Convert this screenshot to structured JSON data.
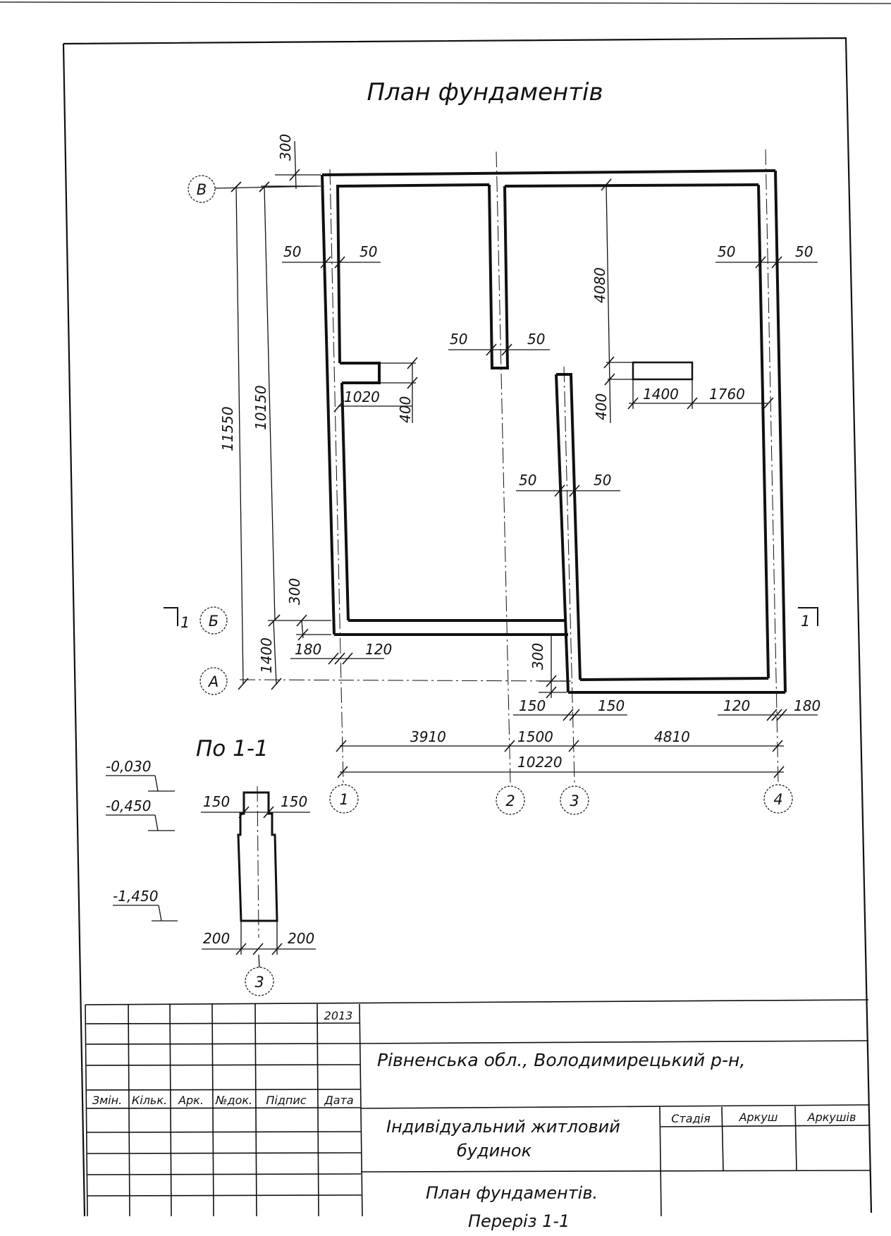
{
  "title": "План фундаментів",
  "section_title": "По 1-1",
  "axes": {
    "letters": [
      "В",
      "Б",
      "А"
    ],
    "numbers": [
      "1",
      "2",
      "3",
      "4"
    ],
    "section_axis": "3"
  },
  "section_marks": [
    "1",
    "1"
  ],
  "dimensions": {
    "top_offset": "300",
    "left_total": "11550",
    "left_v_b": "10150",
    "left_b_a": "1400",
    "left_b_offset": "300",
    "wall_a_left": "50",
    "wall_a_right": "50",
    "wall_b_left": "50",
    "wall_b_right": "50",
    "wall_c_left": "50",
    "wall_c_right": "50",
    "wall_d_left": "50",
    "wall_d_right": "50",
    "nub_width": "1020",
    "nub_height": "400",
    "inner_4080": "4080",
    "inner_400": "400",
    "inner_1400": "1400",
    "inner_1760": "1760",
    "bottom_180": "180",
    "bottom_120": "120",
    "bottom_300": "300",
    "bottom_150a": "150",
    "bottom_150b": "150",
    "bottom_120r": "120",
    "bottom_180r": "180",
    "span_1_2": "3910",
    "span_2_3": "1500",
    "span_3_4": "4810",
    "span_total": "10220"
  },
  "section": {
    "levels": [
      "-0,030",
      "-0,450",
      "-1,450"
    ],
    "top_left": "150",
    "top_right": "150",
    "bottom_left": "200",
    "bottom_right": "200"
  },
  "title_block": {
    "year": "2013",
    "headers": [
      "Змін.",
      "Кільк.",
      "Арк.",
      "№док.",
      "Підпис",
      "Дата"
    ],
    "location": "Рівненська обл., Володимирецький р-н,",
    "object_line1": "Індивідуальний житловий",
    "object_line2": "будинок",
    "sheet_headers": [
      "Стадія",
      "Аркуш",
      "Аркушів"
    ],
    "drawing_line1": "План фундаментів.",
    "drawing_line2": "Переріз 1-1"
  }
}
